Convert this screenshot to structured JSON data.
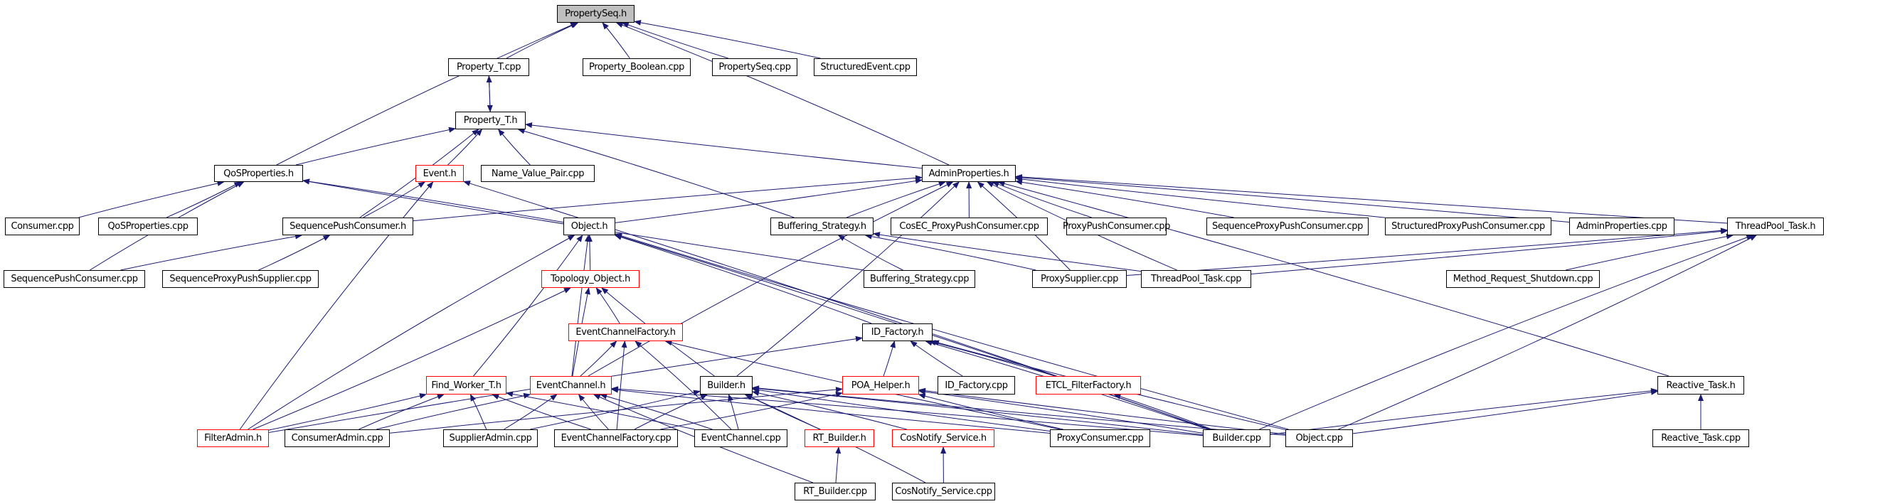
{
  "title": "PropertySeq.h include dependency graph",
  "colors": {
    "edge": "#191970",
    "node_border": "#000000",
    "node_border_incomplete": "#ff0000",
    "root_fill": "#bfbfbf",
    "background": "#ffffff"
  },
  "nodes": [
    {
      "id": "PropertySeq_h",
      "label": "PropertySeq.h",
      "style": "root"
    },
    {
      "id": "Property_T_cpp",
      "label": "Property_T.cpp",
      "style": "normal"
    },
    {
      "id": "Property_Boolean_cpp",
      "label": "Property_Boolean.cpp",
      "style": "normal"
    },
    {
      "id": "PropertySeq_cpp",
      "label": "PropertySeq.cpp",
      "style": "normal"
    },
    {
      "id": "StructuredEvent_cpp",
      "label": "StructuredEvent.cpp",
      "style": "normal"
    },
    {
      "id": "Property_T_h",
      "label": "Property_T.h",
      "style": "normal"
    },
    {
      "id": "QoSProperties_h",
      "label": "QoSProperties.h",
      "style": "normal"
    },
    {
      "id": "Event_h",
      "label": "Event.h",
      "style": "red"
    },
    {
      "id": "Name_Value_Pair_cpp",
      "label": "Name_Value_Pair.cpp",
      "style": "normal"
    },
    {
      "id": "AdminProperties_h",
      "label": "AdminProperties.h",
      "style": "normal"
    },
    {
      "id": "Consumer_cpp",
      "label": "Consumer.cpp",
      "style": "normal"
    },
    {
      "id": "QoSProperties_cpp",
      "label": "QoSProperties.cpp",
      "style": "normal"
    },
    {
      "id": "SequencePushConsumer_h",
      "label": "SequencePushConsumer.h",
      "style": "normal"
    },
    {
      "id": "Object_h",
      "label": "Object.h",
      "style": "normal"
    },
    {
      "id": "Buffering_Strategy_h",
      "label": "Buffering_Strategy.h",
      "style": "normal"
    },
    {
      "id": "CosEC_ProxyPushConsumer_cpp",
      "label": "CosEC_ProxyPushConsumer.cpp",
      "style": "normal"
    },
    {
      "id": "ProxyPushConsumer_cpp",
      "label": "ProxyPushConsumer.cpp",
      "style": "normal"
    },
    {
      "id": "SequenceProxyPushConsumer_cpp",
      "label": "SequenceProxyPushConsumer.cpp",
      "style": "normal"
    },
    {
      "id": "StructuredProxyPushConsumer_cpp",
      "label": "StructuredProxyPushConsumer.cpp",
      "style": "normal"
    },
    {
      "id": "AdminProperties_cpp",
      "label": "AdminProperties.cpp",
      "style": "normal"
    },
    {
      "id": "ThreadPool_Task_h",
      "label": "ThreadPool_Task.h",
      "style": "normal"
    },
    {
      "id": "SequencePushConsumer_cpp",
      "label": "SequencePushConsumer.cpp",
      "style": "normal"
    },
    {
      "id": "SequenceProxyPushSupplier_cpp",
      "label": "SequenceProxyPushSupplier.cpp",
      "style": "normal"
    },
    {
      "id": "Topology_Object_h",
      "label": "Topology_Object.h",
      "style": "red"
    },
    {
      "id": "Buffering_Strategy_cpp",
      "label": "Buffering_Strategy.cpp",
      "style": "normal"
    },
    {
      "id": "ProxySupplier_cpp",
      "label": "ProxySupplier.cpp",
      "style": "normal"
    },
    {
      "id": "ThreadPool_Task_cpp",
      "label": "ThreadPool_Task.cpp",
      "style": "normal"
    },
    {
      "id": "Method_Request_Shutdown_cpp",
      "label": "Method_Request_Shutdown.cpp",
      "style": "normal"
    },
    {
      "id": "EventChannelFactory_h",
      "label": "EventChannelFactory.h",
      "style": "red"
    },
    {
      "id": "ID_Factory_h",
      "label": "ID_Factory.h",
      "style": "normal"
    },
    {
      "id": "Find_Worker_T_h",
      "label": "Find_Worker_T.h",
      "style": "red"
    },
    {
      "id": "EventChannel_h",
      "label": "EventChannel.h",
      "style": "red"
    },
    {
      "id": "Builder_h",
      "label": "Builder.h",
      "style": "normal"
    },
    {
      "id": "POA_Helper_h",
      "label": "POA_Helper.h",
      "style": "red"
    },
    {
      "id": "ID_Factory_cpp",
      "label": "ID_Factory.cpp",
      "style": "normal"
    },
    {
      "id": "ETCL_FilterFactory_h",
      "label": "ETCL_FilterFactory.h",
      "style": "red"
    },
    {
      "id": "Reactive_Task_h",
      "label": "Reactive_Task.h",
      "style": "normal"
    },
    {
      "id": "FilterAdmin_h",
      "label": "FilterAdmin.h",
      "style": "red"
    },
    {
      "id": "ConsumerAdmin_cpp",
      "label": "ConsumerAdmin.cpp",
      "style": "normal"
    },
    {
      "id": "SupplierAdmin_cpp",
      "label": "SupplierAdmin.cpp",
      "style": "normal"
    },
    {
      "id": "EventChannelFactory_cpp",
      "label": "EventChannelFactory.cpp",
      "style": "normal"
    },
    {
      "id": "EventChannel_cpp",
      "label": "EventChannel.cpp",
      "style": "normal"
    },
    {
      "id": "RT_Builder_h",
      "label": "RT_Builder.h",
      "style": "red"
    },
    {
      "id": "CosNotify_Service_h",
      "label": "CosNotify_Service.h",
      "style": "red"
    },
    {
      "id": "ProxyConsumer_cpp",
      "label": "ProxyConsumer.cpp",
      "style": "normal"
    },
    {
      "id": "Builder_cpp",
      "label": "Builder.cpp",
      "style": "normal"
    },
    {
      "id": "Object_cpp",
      "label": "Object.cpp",
      "style": "normal"
    },
    {
      "id": "Reactive_Task_cpp",
      "label": "Reactive_Task.cpp",
      "style": "normal"
    },
    {
      "id": "RT_Builder_cpp",
      "label": "RT_Builder.cpp",
      "style": "normal"
    },
    {
      "id": "CosNotify_Service_cpp",
      "label": "CosNotify_Service.cpp",
      "style": "normal"
    }
  ],
  "edges": [
    [
      "Property_T_cpp",
      "PropertySeq_h"
    ],
    [
      "Property_Boolean_cpp",
      "PropertySeq_h"
    ],
    [
      "PropertySeq_cpp",
      "PropertySeq_h"
    ],
    [
      "StructuredEvent_cpp",
      "PropertySeq_h"
    ],
    [
      "QoSProperties_h",
      "PropertySeq_h"
    ],
    [
      "AdminProperties_h",
      "PropertySeq_h"
    ],
    [
      "Property_T_h",
      "Property_T_cpp"
    ],
    [
      "Property_T_cpp",
      "Property_T_h"
    ],
    [
      "QoSProperties_h",
      "Property_T_h"
    ],
    [
      "Event_h",
      "Property_T_h"
    ],
    [
      "Name_Value_Pair_cpp",
      "Property_T_h"
    ],
    [
      "SequencePushConsumer_h",
      "Property_T_h"
    ],
    [
      "AdminProperties_h",
      "Property_T_h"
    ],
    [
      "Buffering_Strategy_h",
      "Property_T_h"
    ],
    [
      "Consumer_cpp",
      "QoSProperties_h"
    ],
    [
      "QoSProperties_cpp",
      "QoSProperties_h"
    ],
    [
      "SequencePushConsumer_cpp",
      "QoSProperties_h"
    ],
    [
      "Object_h",
      "QoSProperties_h"
    ],
    [
      "Buffering_Strategy_cpp",
      "QoSProperties_h"
    ],
    [
      "SequencePushConsumer_h",
      "Event_h"
    ],
    [
      "FilterAdmin_h",
      "Event_h"
    ],
    [
      "Builder_cpp",
      "Event_h"
    ],
    [
      "SequencePushConsumer_cpp",
      "SequencePushConsumer_h"
    ],
    [
      "SequenceProxyPushSupplier_cpp",
      "SequencePushConsumer_h"
    ],
    [
      "SequencePushConsumer_h",
      "AdminProperties_h"
    ],
    [
      "Object_h",
      "AdminProperties_h"
    ],
    [
      "Buffering_Strategy_h",
      "AdminProperties_h"
    ],
    [
      "CosEC_ProxyPushConsumer_cpp",
      "AdminProperties_h"
    ],
    [
      "ProxyPushConsumer_cpp",
      "AdminProperties_h"
    ],
    [
      "SequenceProxyPushConsumer_cpp",
      "AdminProperties_h"
    ],
    [
      "StructuredProxyPushConsumer_cpp",
      "AdminProperties_h"
    ],
    [
      "AdminProperties_cpp",
      "AdminProperties_h"
    ],
    [
      "ThreadPool_Task_h",
      "AdminProperties_h"
    ],
    [
      "ProxySupplier_cpp",
      "AdminProperties_h"
    ],
    [
      "ThreadPool_Task_cpp",
      "AdminProperties_h"
    ],
    [
      "Builder_h",
      "AdminProperties_h"
    ],
    [
      "EventChannel_h",
      "AdminProperties_h"
    ],
    [
      "Reactive_Task_h",
      "AdminProperties_h"
    ],
    [
      "Buffering_Strategy_cpp",
      "Buffering_Strategy_h"
    ],
    [
      "ProxySupplier_cpp",
      "Buffering_Strategy_h"
    ],
    [
      "ThreadPool_Task_cpp",
      "Buffering_Strategy_h"
    ],
    [
      "ThreadPool_Task_cpp",
      "ThreadPool_Task_h"
    ],
    [
      "Method_Request_Shutdown_cpp",
      "ThreadPool_Task_h"
    ],
    [
      "ProxySupplier_cpp",
      "ThreadPool_Task_h"
    ],
    [
      "Builder_cpp",
      "ThreadPool_Task_h"
    ],
    [
      "Object_cpp",
      "ThreadPool_Task_h"
    ],
    [
      "Topology_Object_h",
      "Object_h"
    ],
    [
      "ID_Factory_h",
      "Object_h"
    ],
    [
      "FilterAdmin_h",
      "Object_h"
    ],
    [
      "Find_Worker_T_h",
      "Object_h"
    ],
    [
      "EventChannel_h",
      "Object_h"
    ],
    [
      "Builder_cpp",
      "Object_h"
    ],
    [
      "Object_cpp",
      "Object_h"
    ],
    [
      "EventChannelFactory_h",
      "Topology_Object_h"
    ],
    [
      "EventChannel_h",
      "Topology_Object_h"
    ],
    [
      "FilterAdmin_h",
      "Topology_Object_h"
    ],
    [
      "Builder_h",
      "Topology_Object_h"
    ],
    [
      "EventChannel_h",
      "EventChannelFactory_h"
    ],
    [
      "EventChannelFactory_cpp",
      "EventChannelFactory_h"
    ],
    [
      "EventChannel_cpp",
      "EventChannelFactory_h"
    ],
    [
      "ProxyConsumer_cpp",
      "EventChannelFactory_h"
    ],
    [
      "POA_Helper_h",
      "ID_Factory_h"
    ],
    [
      "ID_Factory_cpp",
      "ID_Factory_h"
    ],
    [
      "ETCL_FilterFactory_h",
      "ID_Factory_h"
    ],
    [
      "FilterAdmin_h",
      "ID_Factory_h"
    ],
    [
      "Builder_cpp",
      "ID_Factory_h"
    ],
    [
      "Object_cpp",
      "ID_Factory_h"
    ],
    [
      "FilterAdmin_h",
      "Find_Worker_T_h"
    ],
    [
      "ConsumerAdmin_cpp",
      "Find_Worker_T_h"
    ],
    [
      "SupplierAdmin_cpp",
      "Find_Worker_T_h"
    ],
    [
      "EventChannelFactory_cpp",
      "Find_Worker_T_h"
    ],
    [
      "EventChannel_cpp",
      "Find_Worker_T_h"
    ],
    [
      "ConsumerAdmin_cpp",
      "EventChannel_h"
    ],
    [
      "SupplierAdmin_cpp",
      "EventChannel_h"
    ],
    [
      "EventChannelFactory_cpp",
      "EventChannel_h"
    ],
    [
      "EventChannel_cpp",
      "EventChannel_h"
    ],
    [
      "RT_Builder_cpp",
      "EventChannel_h"
    ],
    [
      "Builder_cpp",
      "EventChannel_h"
    ],
    [
      "ProxyConsumer_cpp",
      "EventChannel_h"
    ],
    [
      "SupplierAdmin_cpp",
      "Builder_h"
    ],
    [
      "EventChannelFactory_cpp",
      "Builder_h"
    ],
    [
      "EventChannel_cpp",
      "Builder_h"
    ],
    [
      "RT_Builder_h",
      "Builder_h"
    ],
    [
      "CosNotify_Service_h",
      "Builder_h"
    ],
    [
      "ProxyConsumer_cpp",
      "Builder_h"
    ],
    [
      "Builder_cpp",
      "Builder_h"
    ],
    [
      "Object_cpp",
      "Builder_h"
    ],
    [
      "CosNotify_Service_cpp",
      "Builder_h"
    ],
    [
      "ConsumerAdmin_cpp",
      "POA_Helper_h"
    ],
    [
      "EventChannelFactory_cpp",
      "POA_Helper_h"
    ],
    [
      "ProxyConsumer_cpp",
      "POA_Helper_h"
    ],
    [
      "Builder_cpp",
      "POA_Helper_h"
    ],
    [
      "Object_cpp",
      "POA_Helper_h"
    ],
    [
      "Builder_cpp",
      "ETCL_FilterFactory_h"
    ],
    [
      "RT_Builder_cpp",
      "RT_Builder_h"
    ],
    [
      "CosNotify_Service_cpp",
      "CosNotify_Service_h"
    ],
    [
      "Builder_cpp",
      "Reactive_Task_h"
    ],
    [
      "Object_cpp",
      "Reactive_Task_h"
    ],
    [
      "Reactive_Task_cpp",
      "Reactive_Task_h"
    ]
  ]
}
